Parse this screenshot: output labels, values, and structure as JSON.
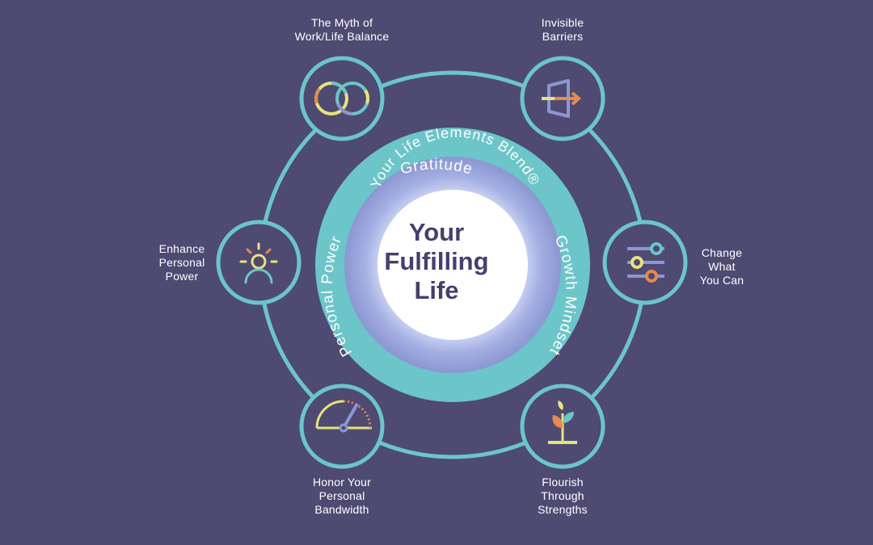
{
  "center": {
    "title_lines": [
      "Your",
      "Fulfilling",
      "Life"
    ],
    "inner_ring_text": "Your Life Elements Blend®",
    "outer_ring": {
      "top": "Gratitude",
      "right": "Growth Mindset",
      "left": "Personal Power"
    }
  },
  "nodes": [
    {
      "id": "work-life-balance",
      "icon": "interlocking-rings-icon",
      "label_lines": [
        "The Myth of",
        "Work/Life Balance"
      ]
    },
    {
      "id": "invisible-barriers",
      "icon": "door-arrow-icon",
      "label_lines": [
        "Invisible",
        "Barriers"
      ]
    },
    {
      "id": "change-what-you-can",
      "icon": "sliders-icon",
      "label_lines": [
        "Change",
        "What",
        "You Can"
      ]
    },
    {
      "id": "flourish-through-strengths",
      "icon": "sprout-icon",
      "label_lines": [
        "Flourish",
        "Through",
        "Strengths"
      ]
    },
    {
      "id": "honor-your-bandwidth",
      "icon": "gauge-icon",
      "label_lines": [
        "Honor Your",
        "Personal",
        "Bandwidth"
      ]
    },
    {
      "id": "enhance-personal-power",
      "icon": "radiant-person-icon",
      "label_lines": [
        "Enhance",
        "Personal",
        "Power"
      ]
    }
  ],
  "colors": {
    "background": "#4e4a72",
    "teal": "#6cc5c9",
    "teal_dark": "#5cb8bd",
    "inner_blue": "#8b97d2",
    "inner_blue_light": "#b6c0ec",
    "center_text": "#463f6e",
    "icon_yellow": "#e8e27e",
    "icon_orange": "#e8894e",
    "icon_blue": "#8b97d2",
    "icon_teal": "#6cc5c9"
  }
}
